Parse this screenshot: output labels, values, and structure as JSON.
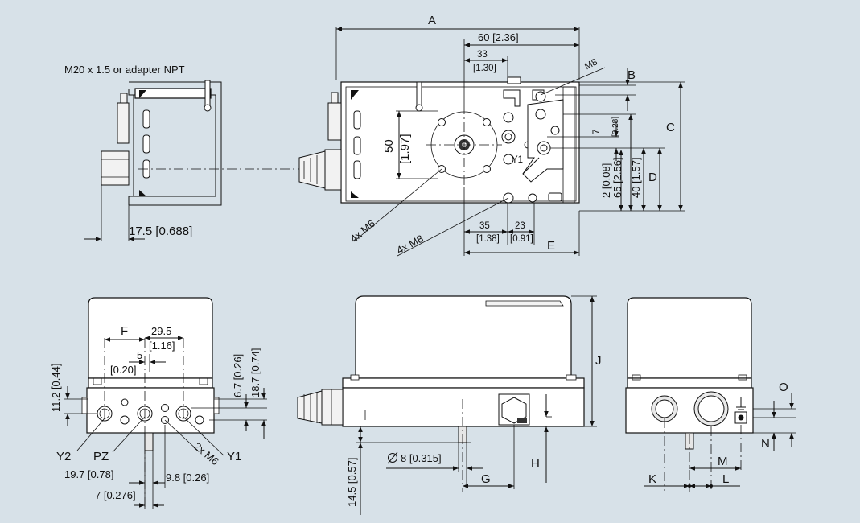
{
  "top_view": {
    "note": "M20 x 1.5 or adapter NPT",
    "dim_a": "A",
    "dim_60": "60 [2.36]",
    "dim_33": "33",
    "dim_33_in": "[1.30]",
    "m8": "M8",
    "dim_b": "B",
    "dim_c": "C",
    "dim_d": "D",
    "dim_e": "E",
    "dim_50": "50",
    "dim_50_in": "[1.97]",
    "dim_7": "7",
    "dim_7_in": "[0.28]",
    "dim_2": "2 [0.08]",
    "dim_65": "65 [2.56]",
    "dim_40": "40 [1.57]",
    "dim_35": "35",
    "dim_35_in": "[1.38]",
    "dim_23": "23",
    "dim_23_in": "[0.91]",
    "label_4xm6": "4x M6",
    "label_4xm8": "4x M8",
    "label_y1": "Y1",
    "dim_17_5": "17.5 [0.688]"
  },
  "left_view": {
    "dim_f": "F",
    "dim_29_5": "29.5",
    "dim_29_5_in": "[1.16]",
    "dim_5": "5",
    "dim_5_in": "[0.20]",
    "dim_11_2": "11.2 [0.44]",
    "dim_6_7": "6.7 [0.26]",
    "dim_18_7": "18.7 [0.74]",
    "label_y2": "Y2",
    "label_pz": "PZ",
    "label_2xm6": "2x M6",
    "label_y1": "Y1",
    "dim_19_7": "19.7 [0.78]",
    "dim_9_8": "9.8 [0.26]",
    "dim_7": "7 [0.276]"
  },
  "front_view": {
    "dim_j": "J",
    "dim_14_5": "14.5 [0.57]",
    "dim_diam": "8 [0.315]",
    "dim_h": "H",
    "dim_g": "G"
  },
  "right_view": {
    "dim_o": "O",
    "dim_n": "N",
    "dim_k": "K",
    "dim_m": "M",
    "dim_l": "L"
  }
}
